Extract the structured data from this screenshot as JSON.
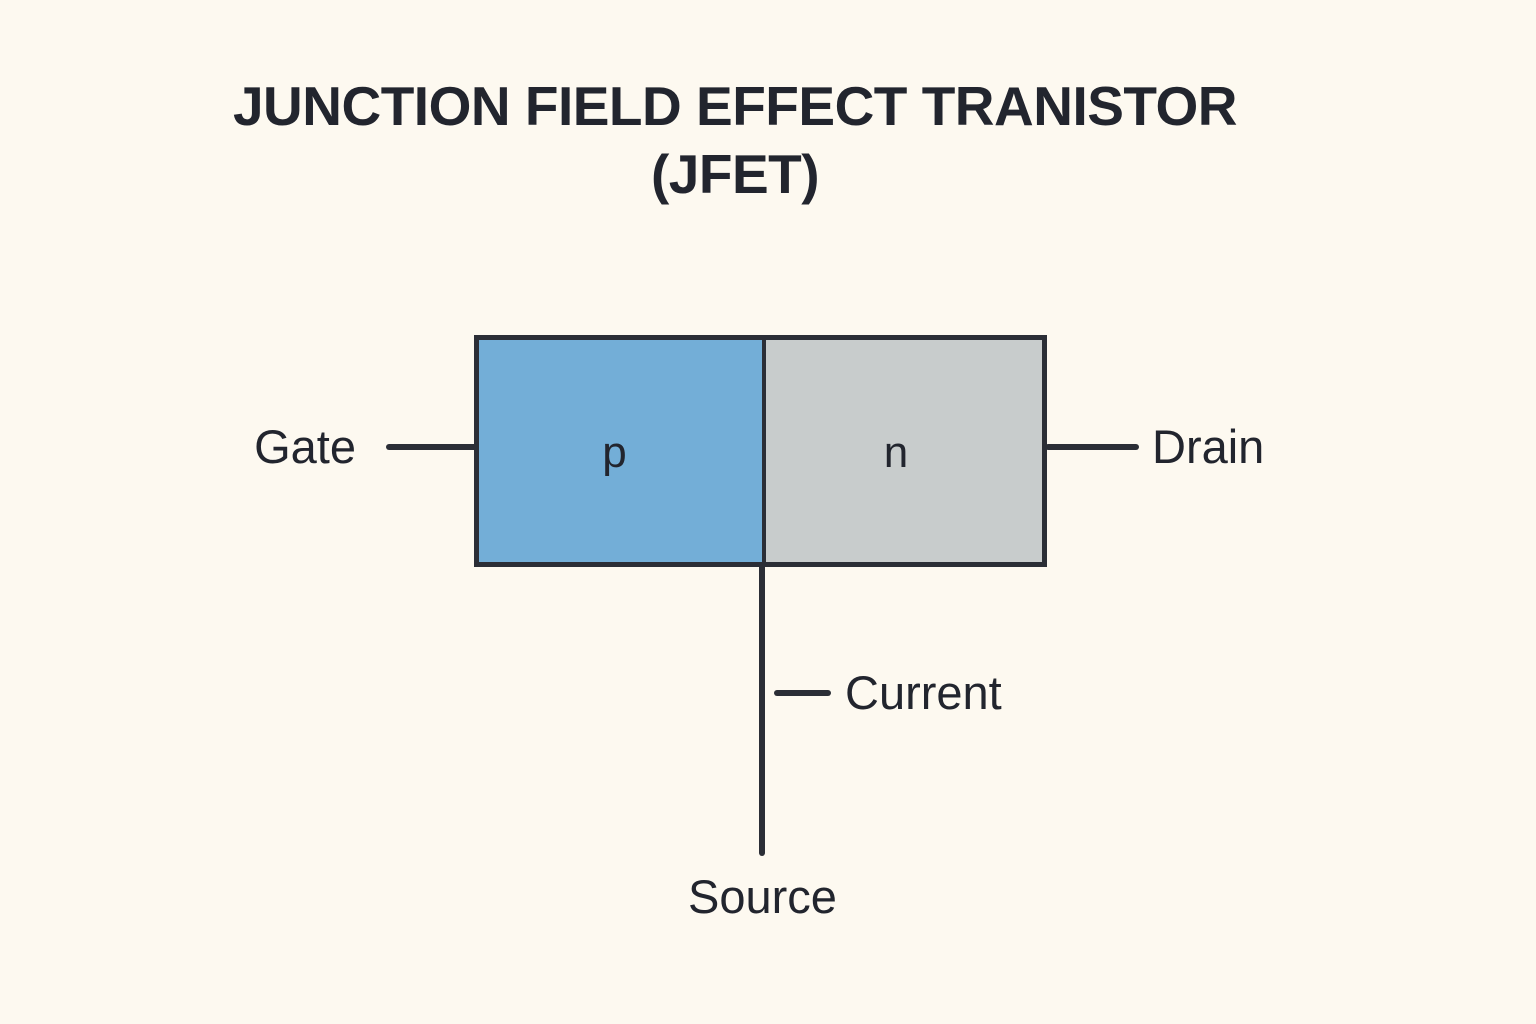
{
  "diagram": {
    "title_lines": [
      "JUNCTION FIELD EFFECT TRANISTOR",
      "(JFET)"
    ],
    "background_color": "#fdf9f0",
    "ink_color": "#22252e",
    "regions": [
      {
        "label": "p",
        "name": "p-type-region",
        "fill_color": "#73aed7"
      },
      {
        "label": "n",
        "name": "n-type-region",
        "fill_color": "#c8cccc"
      }
    ],
    "terminals": [
      {
        "label": "Gate",
        "name": "gate-terminal",
        "side": "left"
      },
      {
        "label": "Drain",
        "name": "drain-terminal",
        "side": "right"
      },
      {
        "label": "Source",
        "name": "source-terminal",
        "side": "bottom"
      }
    ],
    "annotations": [
      {
        "label": "Current",
        "name": "current-annotation"
      }
    ]
  }
}
